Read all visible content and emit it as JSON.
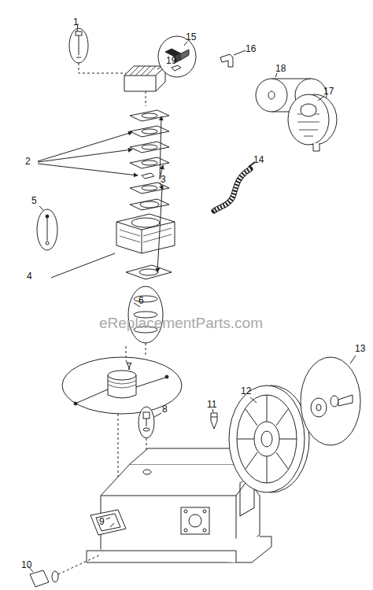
{
  "diagram": {
    "labels": [
      "1",
      "2",
      "3",
      "4",
      "5",
      "6",
      "7",
      "8",
      "9",
      "10",
      "11",
      "12",
      "13",
      "14",
      "15",
      "16",
      "17",
      "18",
      "19",
      "eReplacementParts.com"
    ]
  }
}
